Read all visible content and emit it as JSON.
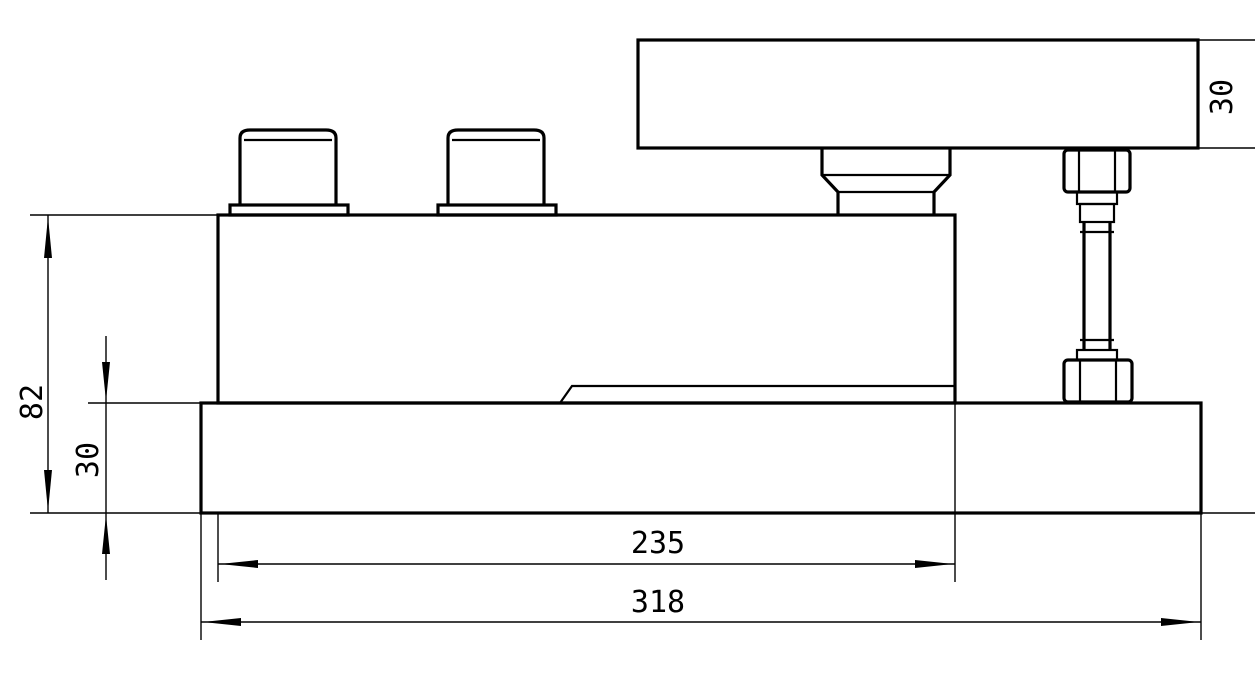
{
  "drawing": {
    "dimensions": {
      "overall_height": "82",
      "base_plate_thickness": "30",
      "top_plate_thickness": "30",
      "load_cell_length": "235",
      "base_plate_length": "318"
    }
  }
}
